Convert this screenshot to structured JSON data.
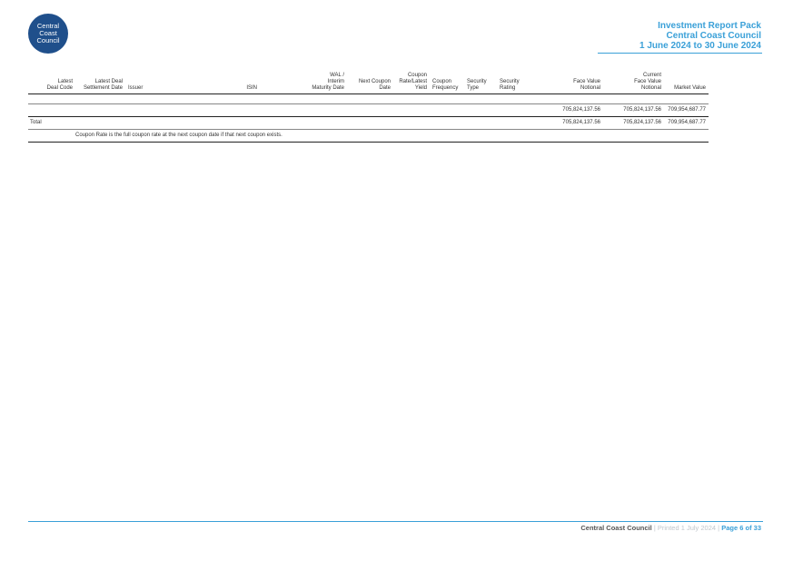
{
  "logo": {
    "lines": [
      "Central",
      "Coast",
      "Council"
    ]
  },
  "header": {
    "title": "Investment Report Pack",
    "organization": "Central Coast Council",
    "period": "1 June 2024 to 30 June 2024"
  },
  "table": {
    "columns": {
      "deal_code": [
        "Latest",
        "Deal Code"
      ],
      "settlement": [
        "Latest Deal",
        "Settlement Date"
      ],
      "issuer": [
        "Issuer"
      ],
      "isin": [
        "ISIN"
      ],
      "wal": [
        "WAL /",
        "Interim",
        "Maturity Date"
      ],
      "next_coupon": [
        "Next Coupon",
        "Date"
      ],
      "coupon_rate": [
        "Coupon",
        "Rate/Latest",
        "Yield"
      ],
      "frequency": [
        "Coupon",
        "Frequency"
      ],
      "sec_type": [
        "Security",
        "Type"
      ],
      "sec_rating": [
        "Security",
        "Rating"
      ],
      "face_value": [
        "Face Value",
        "Notional"
      ],
      "current_face": [
        "Current",
        "Face Value",
        "Notional"
      ],
      "market_value": [
        "Market Value"
      ]
    },
    "subtotal": {
      "face_value": "705,824,137.56",
      "current_face": "705,824,137.56",
      "market_value": "709,954,687.77"
    },
    "total": {
      "label": "Total",
      "face_value": "705,824,137.56",
      "current_face": "705,824,137.56",
      "market_value": "709,954,687.77"
    },
    "note": "Coupon Rate is the full coupon rate at the next coupon date if that next coupon exists."
  },
  "footer": {
    "organization": "Central Coast Council",
    "printed": "Printed 1 July 2024",
    "separator": "|",
    "page": "Page 6 of 33"
  },
  "colors": {
    "accent": "#3aa0d8",
    "logo_bg": "#1f4f8b"
  }
}
